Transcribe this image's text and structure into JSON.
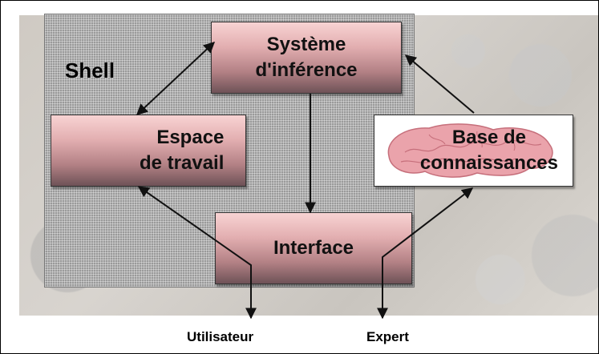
{
  "shell_label": "Shell",
  "nodes": {
    "inference": {
      "line1": "Système",
      "line2": "d'inférence"
    },
    "workspace": {
      "line1": "Espace",
      "line2": "de travail"
    },
    "knowledge_base": {
      "line1": "Base de",
      "line2": "connaissances"
    },
    "interface": {
      "line1": "Interface"
    }
  },
  "actors": {
    "user": "Utilisateur",
    "expert": "Expert"
  },
  "colors": {
    "box_top": "#f8d3d3",
    "box_bottom": "#6e5257",
    "shell_fill": "#9a9a9a",
    "brain": "#e8a0a8"
  }
}
